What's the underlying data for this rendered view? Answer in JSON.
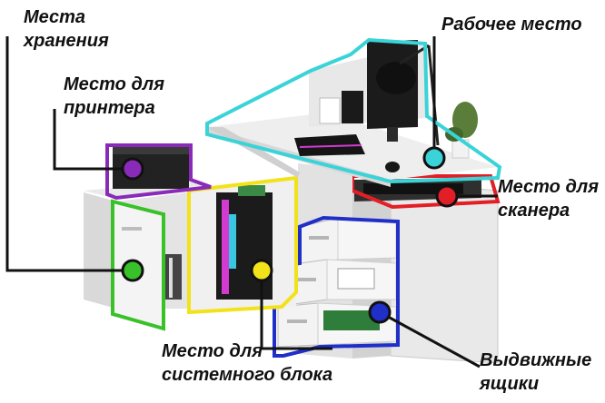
{
  "labels": {
    "storage": [
      "Места",
      "хранения"
    ],
    "printer": [
      "Место для",
      "принтера"
    ],
    "workspace": [
      "Рабочее место"
    ],
    "scanner": [
      "Место для",
      "сканера"
    ],
    "system_unit": [
      "Место для",
      "системного блока"
    ],
    "drawers": [
      "Выдвижные",
      "ящики"
    ]
  },
  "colors": {
    "workspace": "#3ad3d8",
    "printer": "#8a2ab8",
    "scanner": "#e21f26",
    "system_unit": "#f2e21a",
    "storage": "#39c12a",
    "drawers": "#1f2fc8",
    "leader": "#111111"
  }
}
